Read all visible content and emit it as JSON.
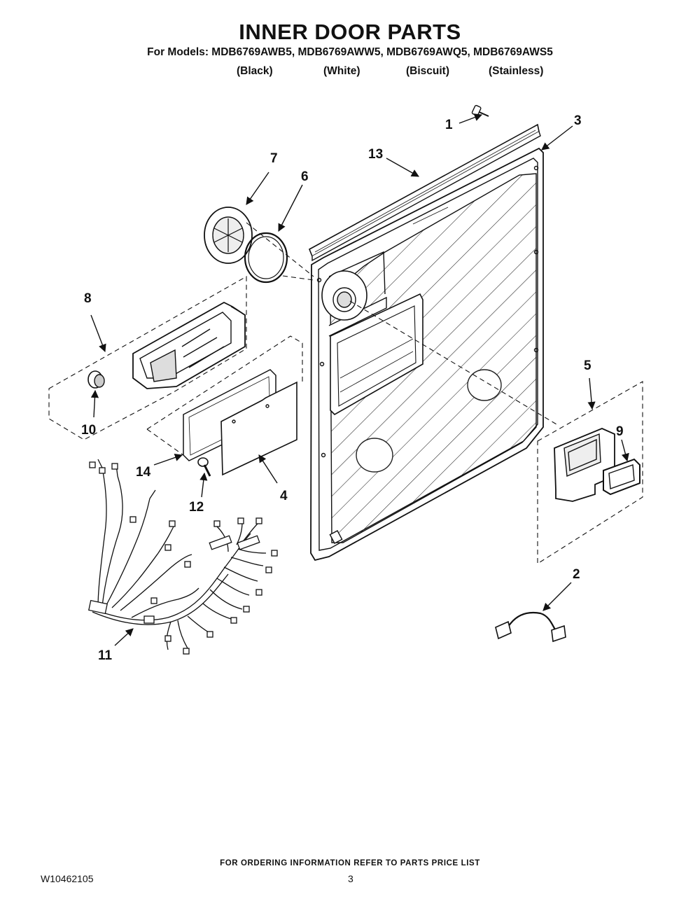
{
  "header": {
    "title": "INNER DOOR PARTS",
    "models_line": "For Models: MDB6769AWB5, MDB6769AWW5, MDB6769AWQ5, MDB6769AWS5",
    "finishes": [
      "(Black)",
      "(White)",
      "(Biscuit)",
      "(Stainless)"
    ]
  },
  "callouts": [
    "1",
    "2",
    "3",
    "4",
    "5",
    "6",
    "7",
    "8",
    "9",
    "10",
    "11",
    "12",
    "13",
    "14"
  ],
  "footer": {
    "ordering_note": "FOR ORDERING INFORMATION REFER TO PARTS PRICE LIST",
    "document_number": "W10462105",
    "page_number": "3"
  }
}
